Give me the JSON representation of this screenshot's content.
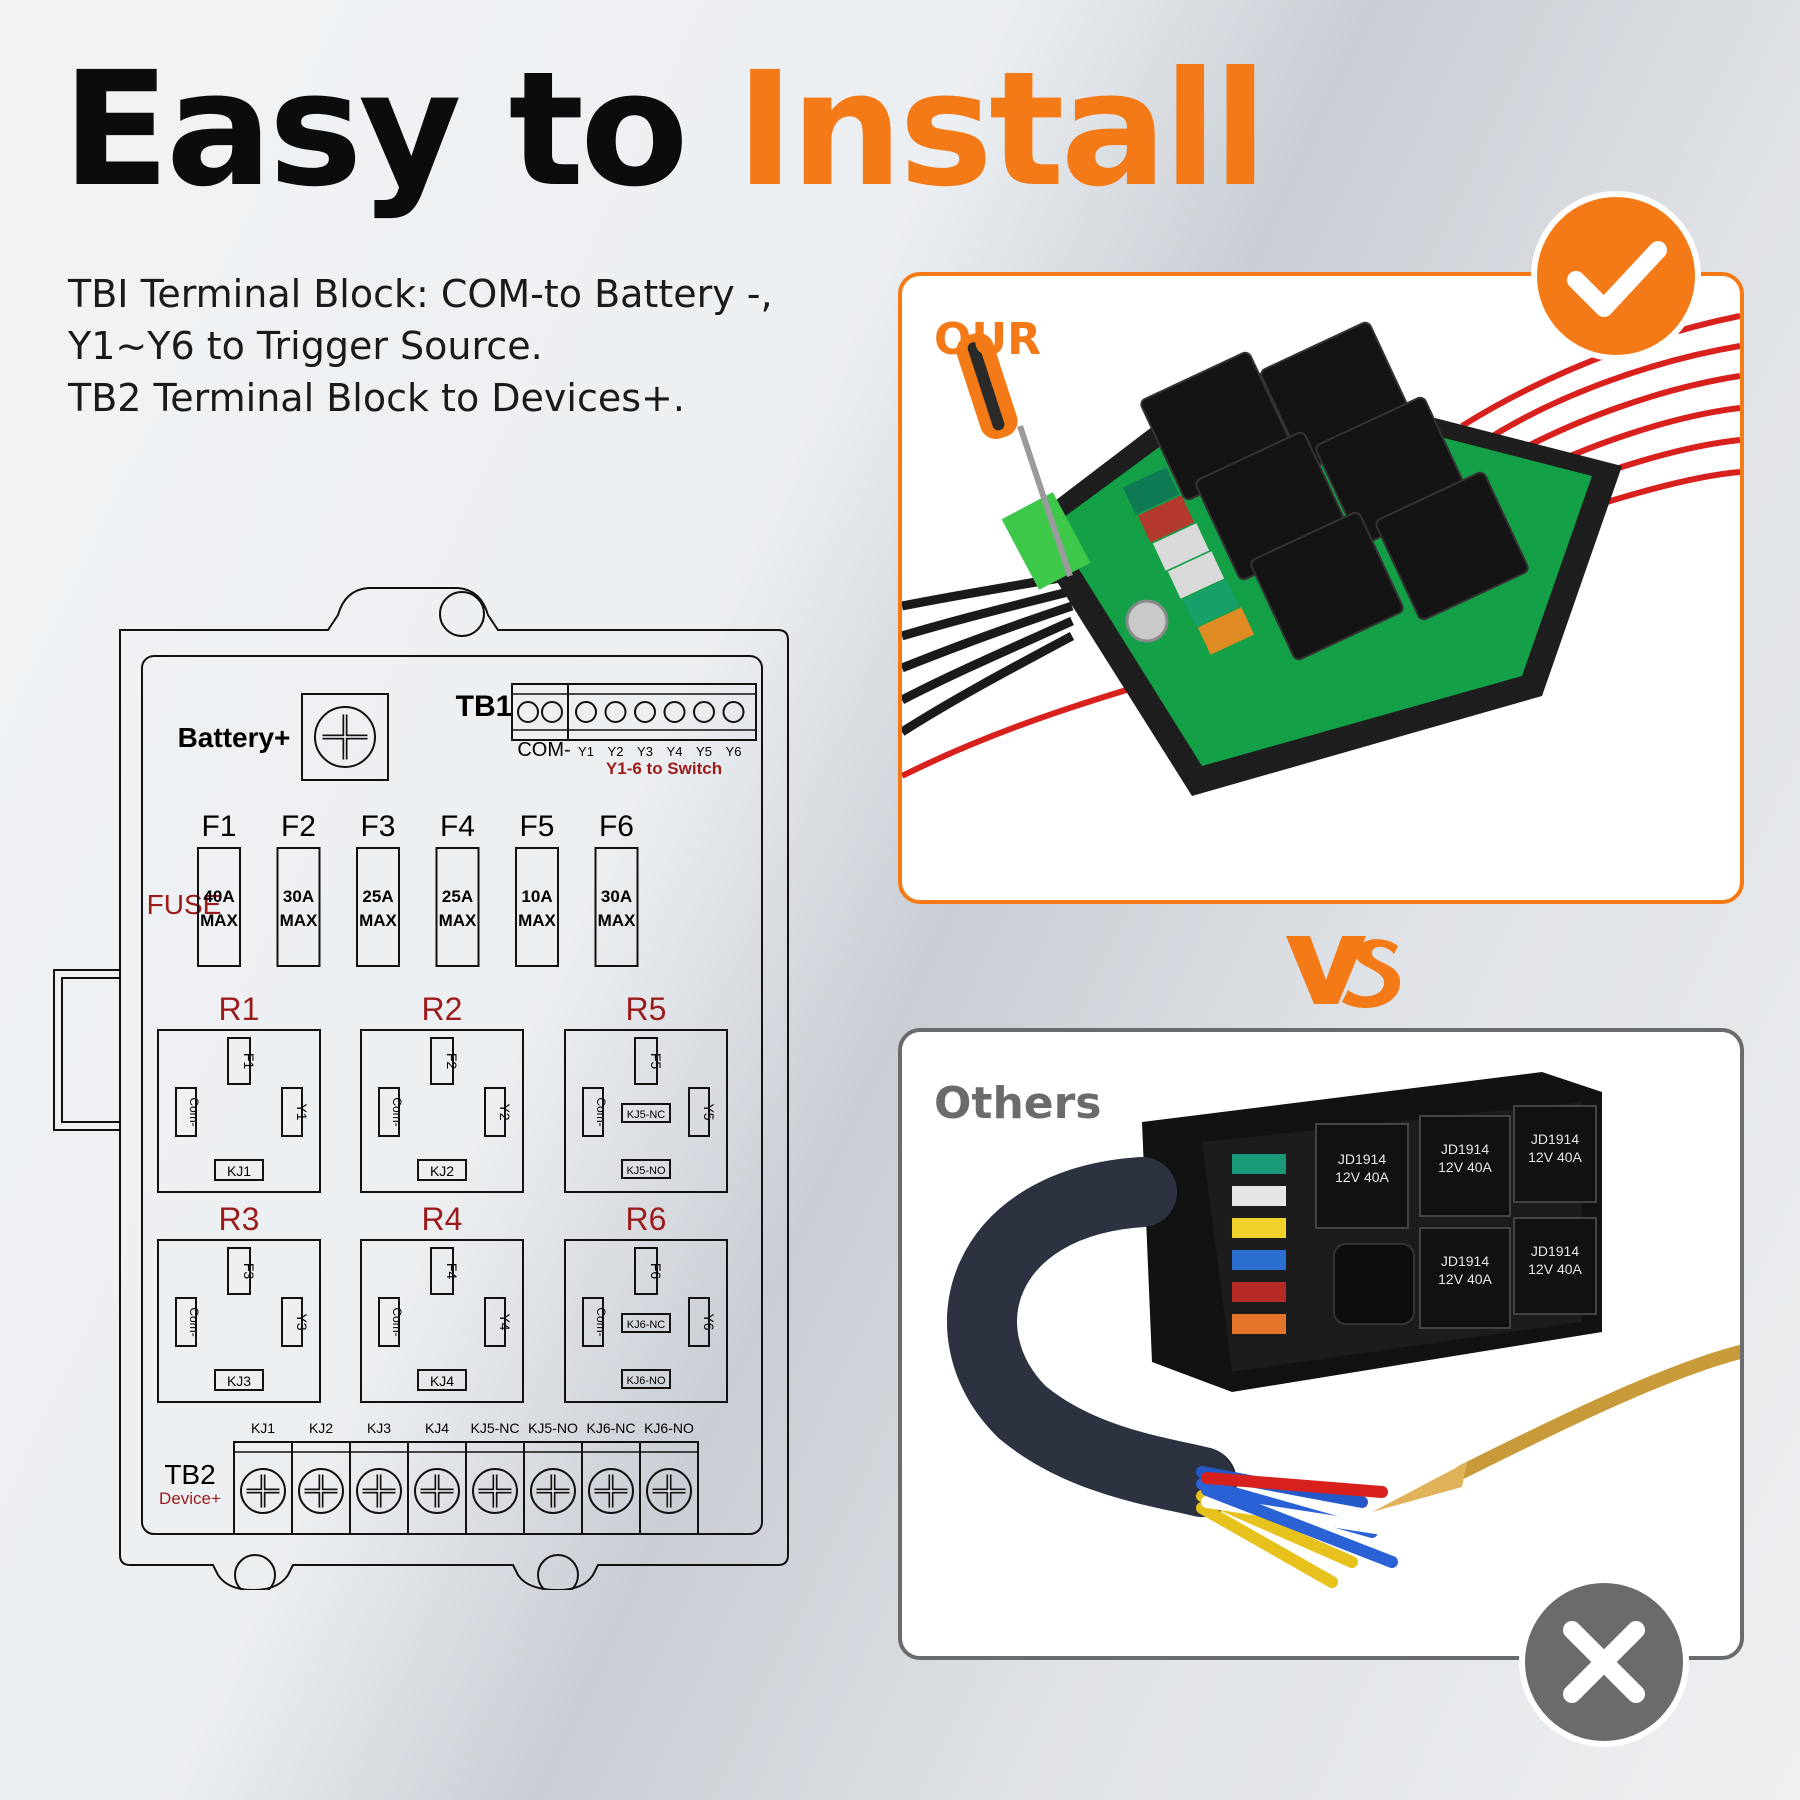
{
  "headline": {
    "word1": "Easy to",
    "word2": "Install"
  },
  "description": [
    "TBI Terminal Block: COM-to Battery -,",
    "Y1~Y6 to Trigger Source.",
    "TB2 Terminal Block to Devices+."
  ],
  "comparison": {
    "our_label": "OUR",
    "others_label": "Others",
    "vs_label": "VS"
  },
  "relay_label_others": {
    "model": "JD1914",
    "rating": "12V 40A"
  },
  "colors": {
    "accent": "#f47a17",
    "diagram_red": "#9b1b1b",
    "muted": "#6b6b6b"
  },
  "diagram": {
    "battery_label": "Battery+",
    "tb1": {
      "label": "TB1",
      "com": "COM-",
      "terminals": [
        "Y1",
        "Y2",
        "Y3",
        "Y4",
        "Y5",
        "Y6"
      ],
      "note": "Y1-6 to Switch"
    },
    "fuse_label": "FUSE",
    "fuses": [
      {
        "name": "F1",
        "amp": "40A",
        "max": "MAX"
      },
      {
        "name": "F2",
        "amp": "30A",
        "max": "MAX"
      },
      {
        "name": "F3",
        "amp": "25A",
        "max": "MAX"
      },
      {
        "name": "F4",
        "amp": "25A",
        "max": "MAX"
      },
      {
        "name": "F5",
        "amp": "10A",
        "max": "MAX"
      },
      {
        "name": "F6",
        "amp": "30A",
        "max": "MAX"
      }
    ],
    "com_label": "Com-",
    "relays": [
      {
        "name": "R1",
        "fuse": "F1",
        "trigger": "Y1",
        "outputs": [
          "KJ1"
        ]
      },
      {
        "name": "R2",
        "fuse": "F2",
        "trigger": "Y2",
        "outputs": [
          "KJ2"
        ]
      },
      {
        "name": "R5",
        "fuse": "F5",
        "trigger": "Y5",
        "outputs": [
          "KJ5-NC",
          "KJ5-NO"
        ]
      },
      {
        "name": "R3",
        "fuse": "F3",
        "trigger": "Y3",
        "outputs": [
          "KJ3"
        ]
      },
      {
        "name": "R4",
        "fuse": "F4",
        "trigger": "Y4",
        "outputs": [
          "KJ4"
        ]
      },
      {
        "name": "R6",
        "fuse": "F6",
        "trigger": "Y6",
        "outputs": [
          "KJ6-NC",
          "KJ6-NO"
        ]
      }
    ],
    "tb2": {
      "label": "TB2",
      "sublabel": "Device+",
      "terminals": [
        "KJ1",
        "KJ2",
        "KJ3",
        "KJ4",
        "KJ5-NC",
        "KJ5-NO",
        "KJ6-NC",
        "KJ6-NO"
      ]
    }
  }
}
